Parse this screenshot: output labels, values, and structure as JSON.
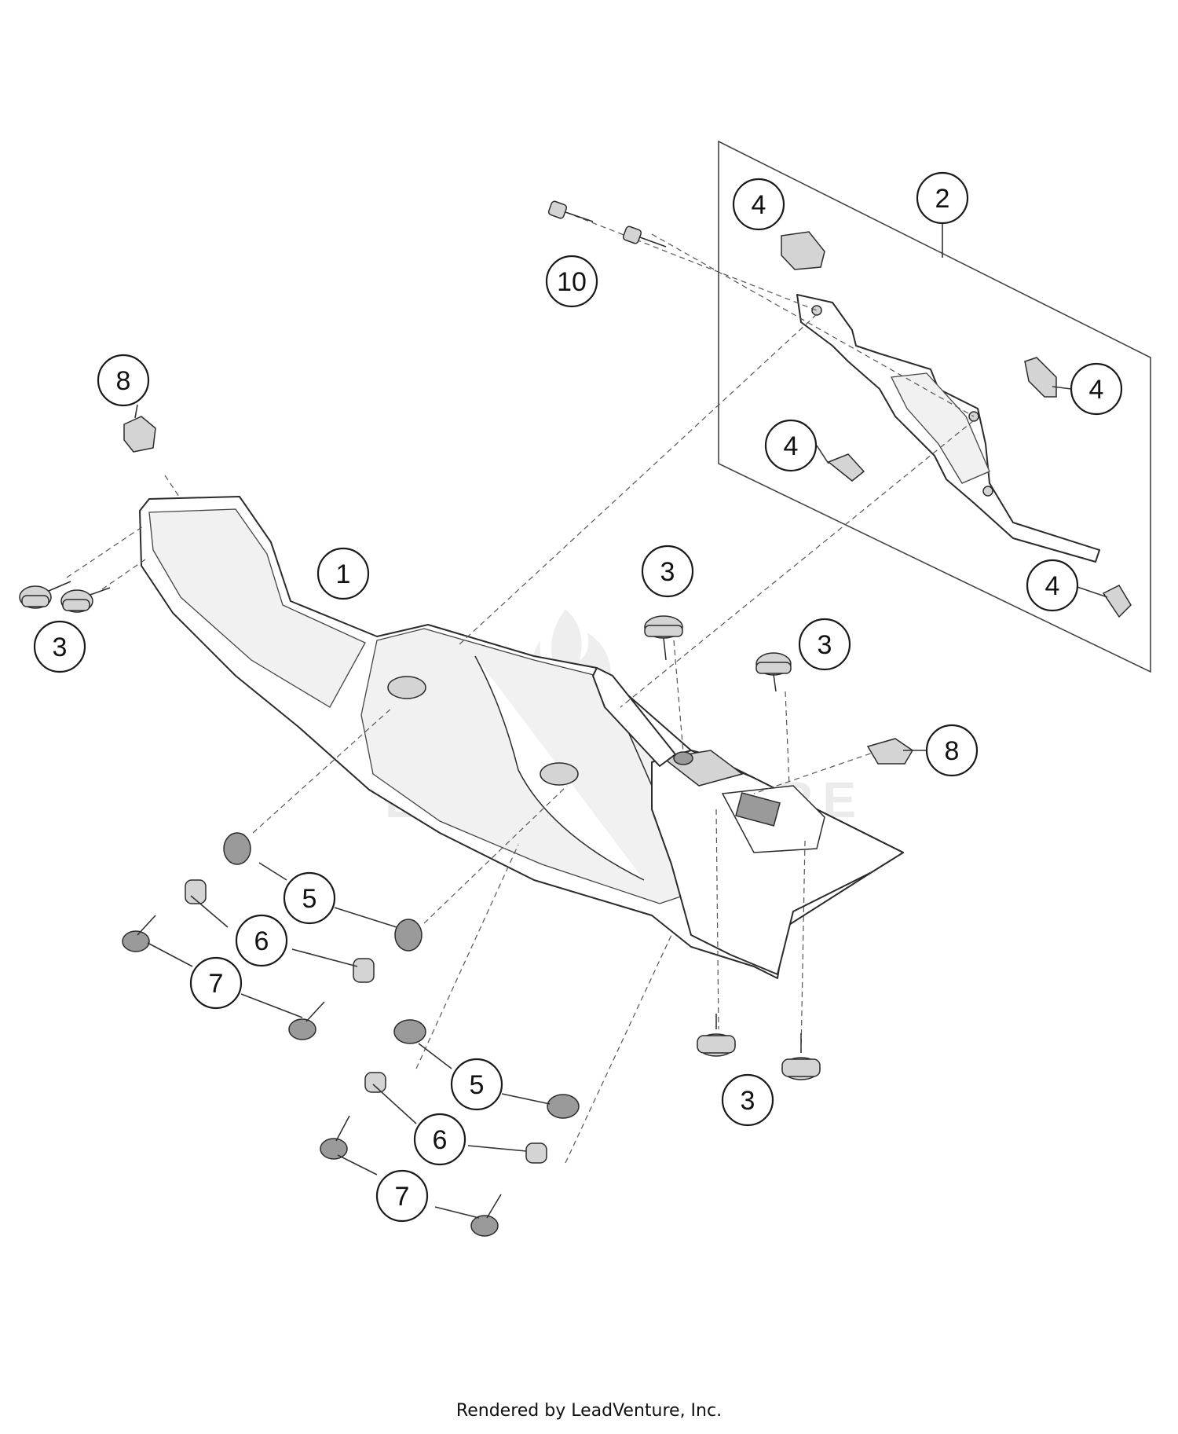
{
  "diagram": {
    "callouts": [
      {
        "id": "c1",
        "label": "1"
      },
      {
        "id": "c2",
        "label": "2"
      },
      {
        "id": "c3a",
        "label": "3"
      },
      {
        "id": "c3b",
        "label": "3"
      },
      {
        "id": "c3c",
        "label": "3"
      },
      {
        "id": "c3d",
        "label": "3"
      },
      {
        "id": "c4a",
        "label": "4"
      },
      {
        "id": "c4b",
        "label": "4"
      },
      {
        "id": "c4c",
        "label": "4"
      },
      {
        "id": "c4d",
        "label": "4"
      },
      {
        "id": "c5a",
        "label": "5"
      },
      {
        "id": "c5b",
        "label": "5"
      },
      {
        "id": "c6a",
        "label": "6"
      },
      {
        "id": "c6b",
        "label": "6"
      },
      {
        "id": "c7a",
        "label": "7"
      },
      {
        "id": "c7b",
        "label": "7"
      },
      {
        "id": "c8a",
        "label": "8"
      },
      {
        "id": "c8b",
        "label": "8"
      },
      {
        "id": "c10",
        "label": "10"
      }
    ],
    "watermark": "LEADVENTURE"
  },
  "footer": {
    "credit": "Rendered by LeadVenture, Inc."
  }
}
